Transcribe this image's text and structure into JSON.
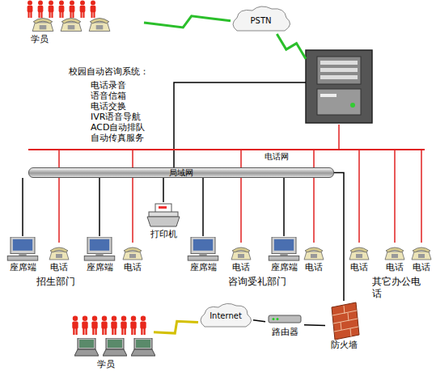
{
  "diagram": {
    "nodes": [
      {
        "text": [
          "学员"
        ]
      },
      {
        "text": [
          "PSTN"
        ]
      },
      {
        "text": [
          "校园自动咨询系统：",
          "电话录音 语音信箱 电话交换 IVR语音导航 ACD自动排队 自动传真服务"
        ]
      },
      {
        "text": [
          "电话网"
        ]
      },
      {
        "text": [
          "局域网"
        ]
      },
      {
        "text": [
          "打印机"
        ]
      },
      {
        "text": [
          "座席端"
        ]
      },
      {
        "text": [
          "电话"
        ]
      },
      {
        "text": [
          "座席端"
        ]
      },
      {
        "text": [
          "电话"
        ]
      },
      {
        "text": [
          "座席端"
        ]
      },
      {
        "text": [
          "电话"
        ]
      },
      {
        "text": [
          "座席端"
        ]
      },
      {
        "text": [
          "电话"
        ]
      },
      {
        "text": [
          "电话"
        ]
      },
      {
        "text": [
          "电话"
        ]
      },
      {
        "text": [
          "电话"
        ]
      },
      {
        "text": [
          "路由器"
        ]
      },
      {
        "text": [
          "防火墙"
        ]
      },
      {
        "text": [
          "Internet"
        ]
      },
      {
        "text": [
          "学员"
        ]
      }
    ],
    "edges": [
      {
        "from": 0,
        "to": 1,
        "arrow": "none"
      },
      {
        "from": 1,
        "to": 2,
        "arrow": "none"
      },
      {
        "from": 2,
        "to": 3,
        "arrow": "none"
      },
      {
        "from": 2,
        "to": 4,
        "arrow": "none"
      },
      {
        "from": 4,
        "to": 5,
        "arrow": "none"
      },
      {
        "from": 4,
        "to": 6,
        "arrow": "none"
      },
      {
        "from": 4,
        "to": 8,
        "arrow": "none"
      },
      {
        "from": 4,
        "to": 10,
        "arrow": "none"
      },
      {
        "from": 4,
        "to": 12,
        "arrow": "none"
      },
      {
        "from": 3,
        "to": 7,
        "arrow": "none"
      },
      {
        "from": 3,
        "to": 9,
        "arrow": "none"
      },
      {
        "from": 3,
        "to": 11,
        "arrow": "none"
      },
      {
        "from": 3,
        "to": 13,
        "arrow": "none"
      },
      {
        "from": 3,
        "to": 14,
        "arrow": "none"
      },
      {
        "from": 3,
        "to": 15,
        "arrow": "none"
      },
      {
        "from": 3,
        "to": 16,
        "arrow": "none"
      },
      {
        "from": 4,
        "to": 18,
        "arrow": "none"
      },
      {
        "from": 18,
        "to": 17,
        "arrow": "none"
      },
      {
        "from": 17,
        "to": 19,
        "arrow": "none"
      },
      {
        "from": 19,
        "to": 20,
        "arrow": "none"
      }
    ],
    "labels": [
      "招生部门",
      "咨询受礼部门",
      "其它办公电话"
    ]
  }
}
